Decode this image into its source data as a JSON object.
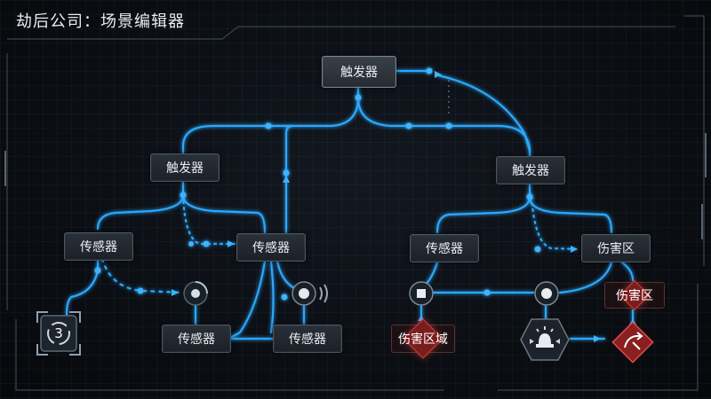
{
  "window": {
    "title": "劫后公司：场景编辑器"
  },
  "nodes": {
    "root_trigger": "触发器",
    "left_trigger": "触发器",
    "right_trigger": "触发器",
    "left_sensor": "传感器",
    "mid_sensor": "传感器",
    "bottom_sensor_a": "传感器",
    "bottom_sensor_b": "传感器",
    "right_sensor": "传感器",
    "damage_zone": "伤害区",
    "damage_zone_small": "伤害区",
    "damage_area": "伤害区域"
  },
  "icons": {
    "counter": "counter-3-icon",
    "target_a": "radar-target-icon",
    "target_b": "signal-target-icon",
    "stop": "stop-square-icon",
    "node_dot": "node-circle-icon",
    "alarm": "alarm-light-icon",
    "curved_arrow": "curved-arrow-icon"
  },
  "colors": {
    "wire": "#2aa8ff",
    "wire_glow": "#1f7fd8",
    "node_bg": "#23282f",
    "hazard": "#c84040",
    "text": "#e9eef4"
  }
}
